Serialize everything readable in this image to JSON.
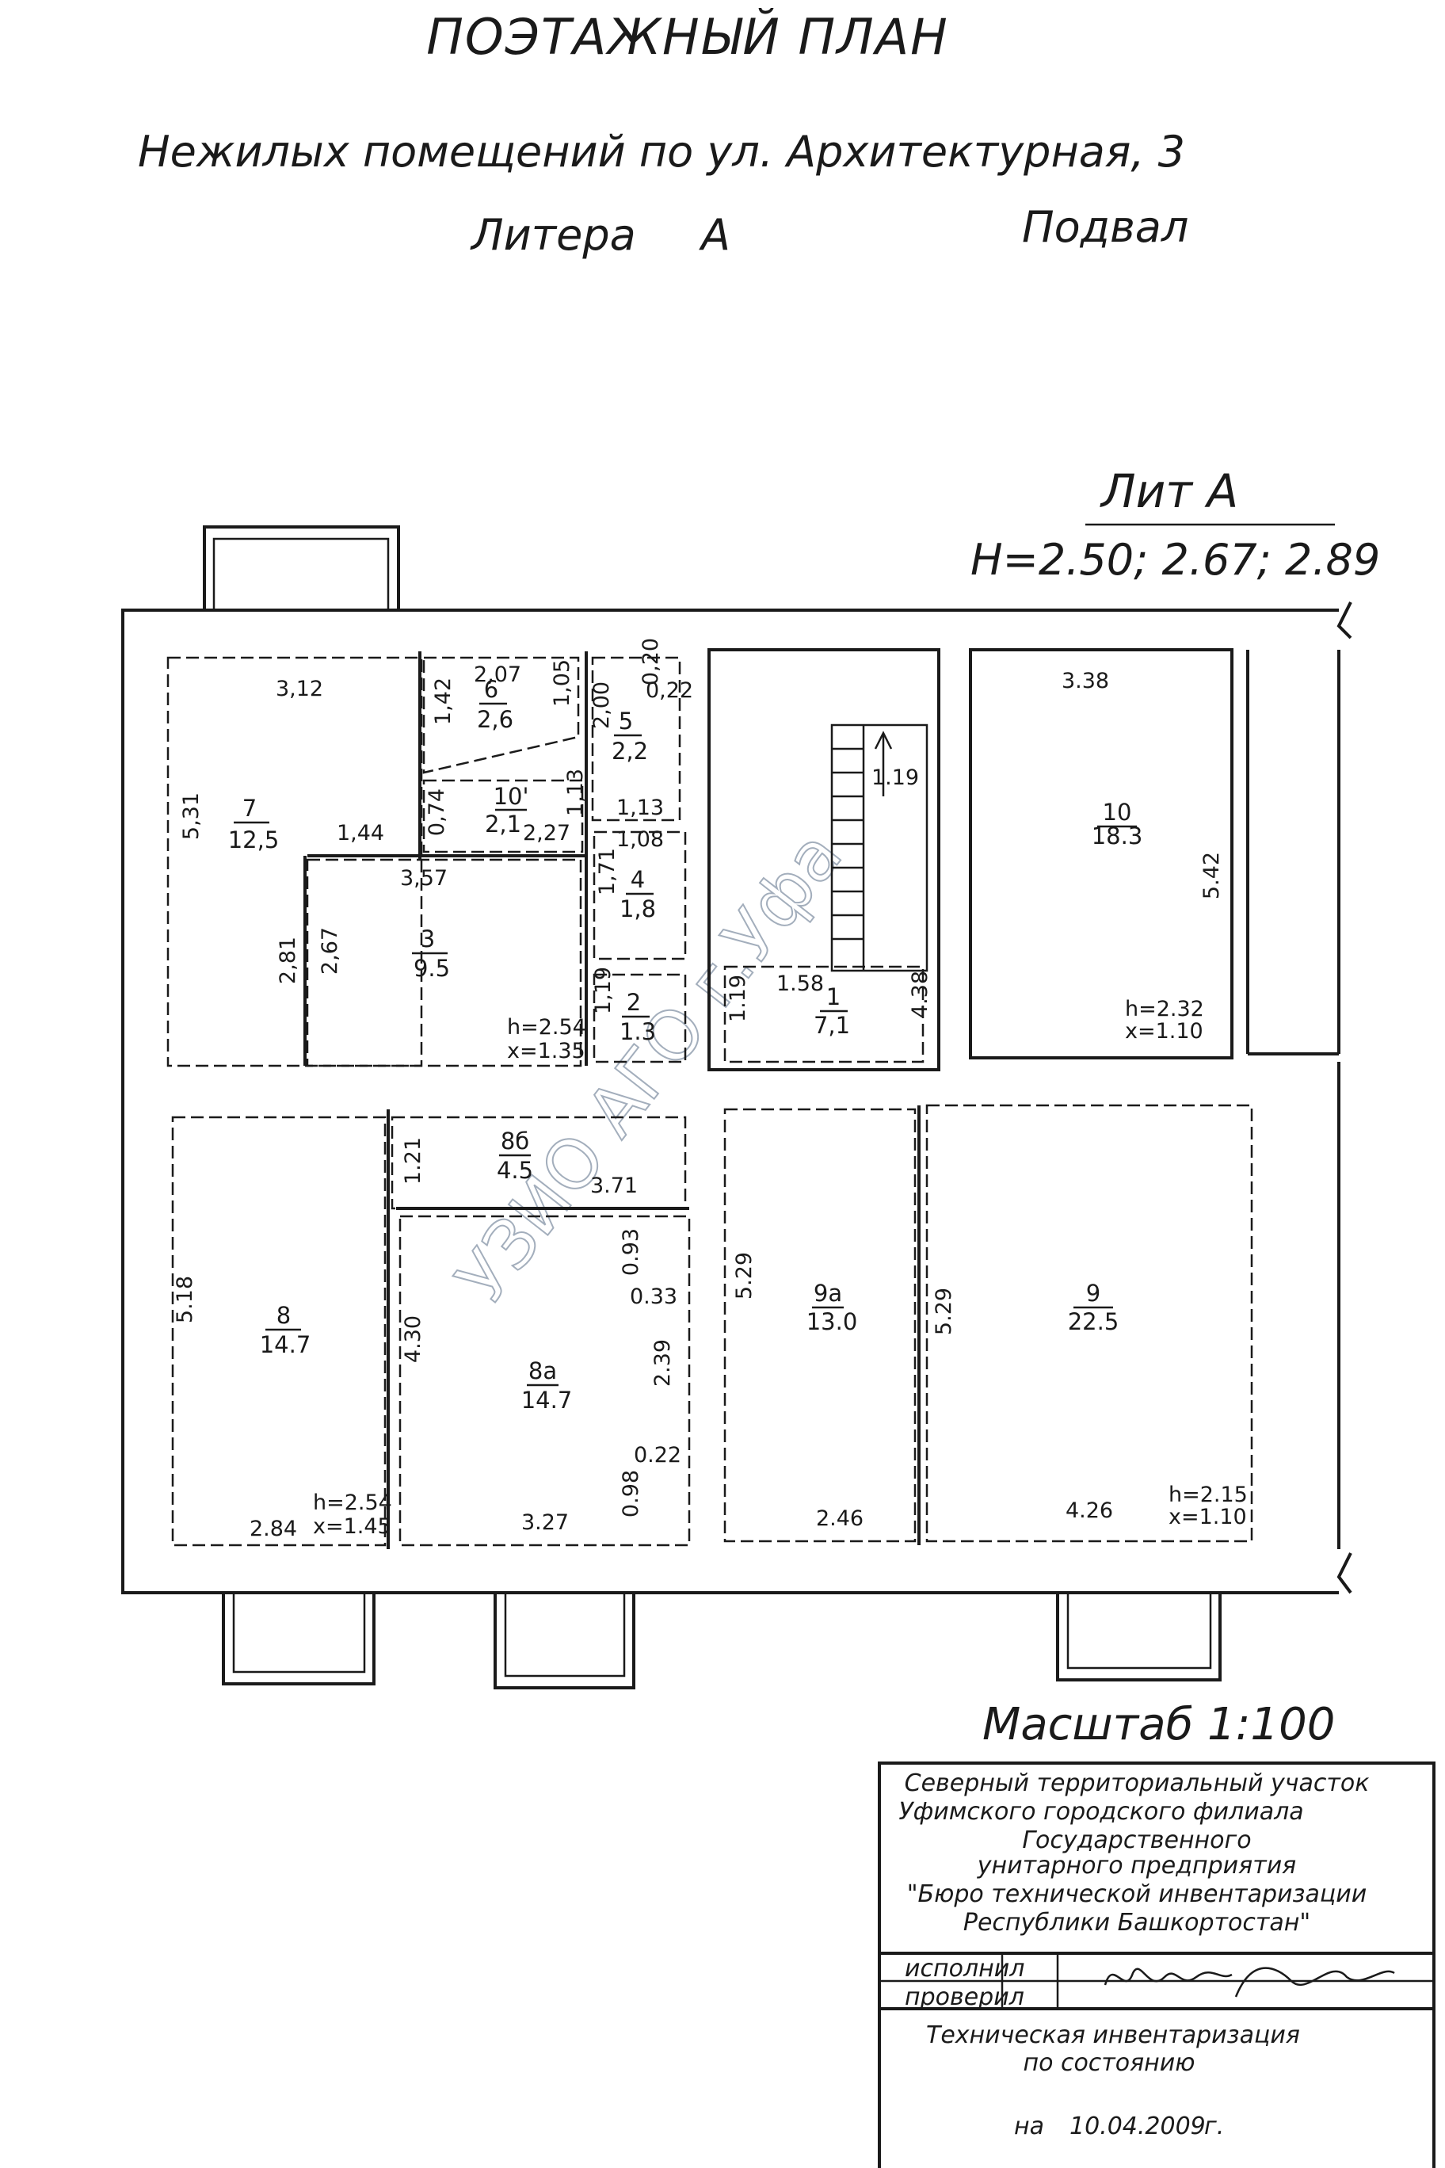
{
  "header": {
    "title": "ПОЭТАЖНЫЙ ПЛАН",
    "subtitle": "Нежилых помещений по ул. Архитектурная, 3",
    "liter_label": "Литера",
    "liter_value": "А",
    "floor": "Подвал"
  },
  "plan_meta": {
    "lit": "Лит А",
    "heights": "H=2.50; 2.67; 2.89"
  },
  "rooms": [
    {
      "id": "r7",
      "num": "7",
      "area": "12,5",
      "dims": [
        "3,12",
        "5,31",
        "1,44"
      ]
    },
    {
      "id": "r6",
      "num": "6",
      "area": "2,6",
      "dims": [
        "2,07",
        "1,42",
        "1,05"
      ]
    },
    {
      "id": "r10p",
      "num": "10'",
      "area": "2,1",
      "dims": [
        "0,74",
        "2,27",
        "1,13"
      ]
    },
    {
      "id": "r5",
      "num": "5",
      "area": "2,2",
      "dims": [
        "2,00",
        "0,20",
        "0,22",
        "1,13"
      ]
    },
    {
      "id": "r4",
      "num": "4",
      "area": "1,8",
      "dims": [
        "1,08",
        "1,71"
      ]
    },
    {
      "id": "r3",
      "num": "3",
      "area": "9.5",
      "dims": [
        "3,57",
        "2,67",
        "2,81"
      ],
      "h": "h=2.54",
      "x": "x=1.35"
    },
    {
      "id": "r2",
      "num": "2",
      "area": "1.3",
      "dims": [
        "1,19"
      ]
    },
    {
      "id": "r1",
      "num": "1",
      "area": "7,1",
      "dims": [
        "1.19",
        "1.58",
        "4.38",
        "1.19"
      ]
    },
    {
      "id": "r10",
      "num": "10",
      "area": "18.3",
      "dims": [
        "3.38",
        "5.42"
      ],
      "h": "h=2.32",
      "x": "x=1.10"
    },
    {
      "id": "r8b",
      "num": "8б",
      "area": "4.5",
      "dims": [
        "1.21",
        "3.71"
      ]
    },
    {
      "id": "r8",
      "num": "8",
      "area": "14.7",
      "dims": [
        "5.18",
        "2.84"
      ],
      "h": "h=2.54",
      "x": "x=1.45"
    },
    {
      "id": "r8a",
      "num": "8a",
      "area": "14.7",
      "dims": [
        "4.30",
        "0.93",
        "0.33",
        "2.39",
        "0.22",
        "0.98",
        "3.27"
      ]
    },
    {
      "id": "r9a",
      "num": "9a",
      "area": "13.0",
      "dims": [
        "5.29",
        "2.46"
      ]
    },
    {
      "id": "r9",
      "num": "9",
      "area": "22.5",
      "dims": [
        "5.29",
        "4.26"
      ],
      "h": "h=2.15",
      "x": "x=1.10"
    }
  ],
  "scale": "Масштаб 1:100",
  "stamp": {
    "org_lines": [
      "Северный территориальный участок",
      "Уфимского городского филиала",
      "Государственного",
      "унитарного предприятия",
      "\"Бюро технической инвентаризации",
      "Республики Башкортостан\""
    ],
    "executed_label": "исполнил",
    "checked_label": "проверил",
    "inventory_lines": [
      "Техническая инвентаризация",
      "по состоянию"
    ],
    "date_prefix": "на",
    "date": "10.04.2009",
    "date_suffix": "г."
  },
  "watermark": "УЗИО АГО г.Уфа"
}
